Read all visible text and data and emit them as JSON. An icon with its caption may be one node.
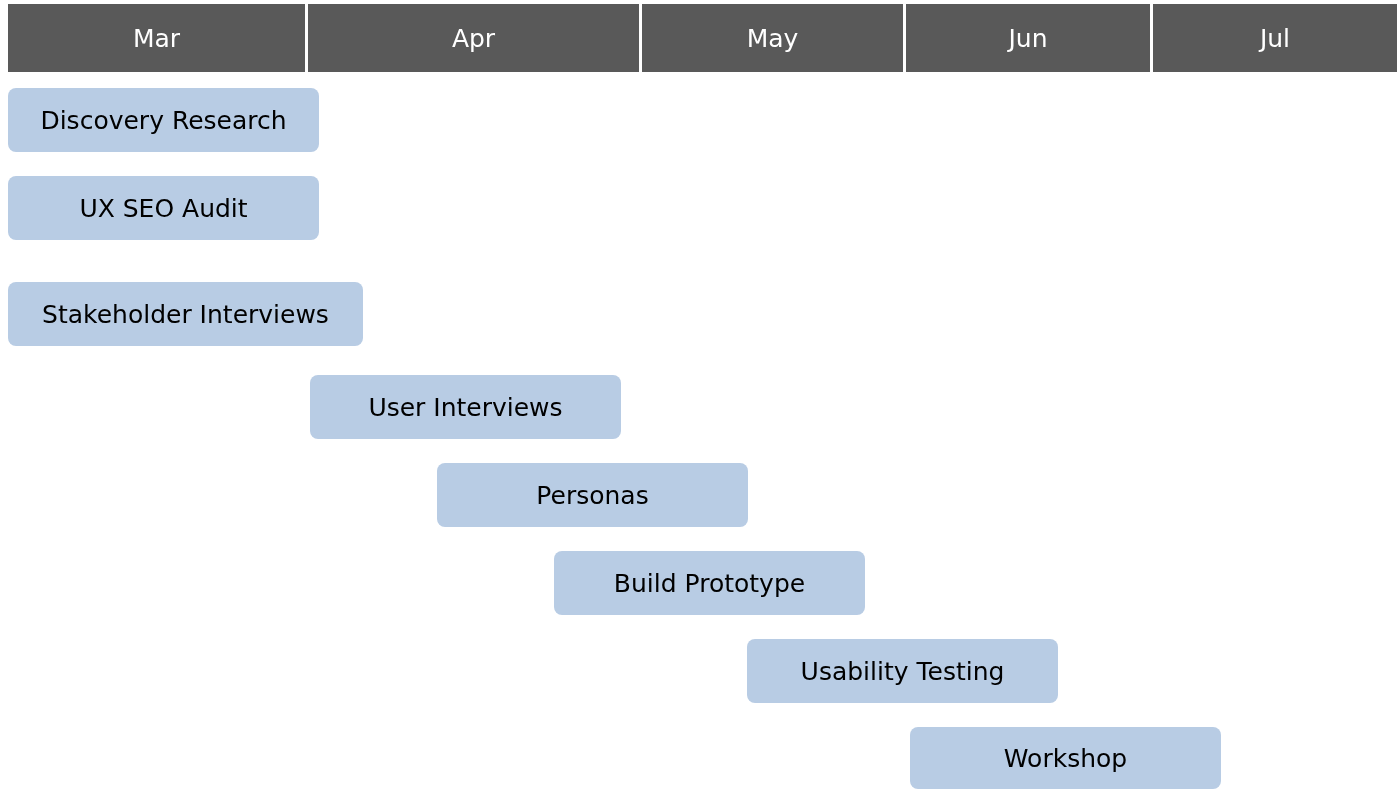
{
  "diagram": {
    "nodes": [
      {
        "text": [
          "Mar"
        ]
      },
      {
        "text": [
          "Apr"
        ]
      },
      {
        "text": [
          "May"
        ]
      },
      {
        "text": [
          "Jun"
        ]
      },
      {
        "text": [
          "Jul"
        ]
      },
      {
        "text": [
          "Discovery Research"
        ]
      },
      {
        "text": [
          "UX SEO Audit"
        ]
      },
      {
        "text": [
          "Stakeholder Interviews"
        ]
      },
      {
        "text": [
          "User Interviews"
        ]
      },
      {
        "text": [
          "Personas"
        ]
      },
      {
        "text": [
          "Build Prototype"
        ]
      },
      {
        "text": [
          "Usability Testing"
        ]
      },
      {
        "text": [
          "Workshop"
        ]
      }
    ]
  }
}
